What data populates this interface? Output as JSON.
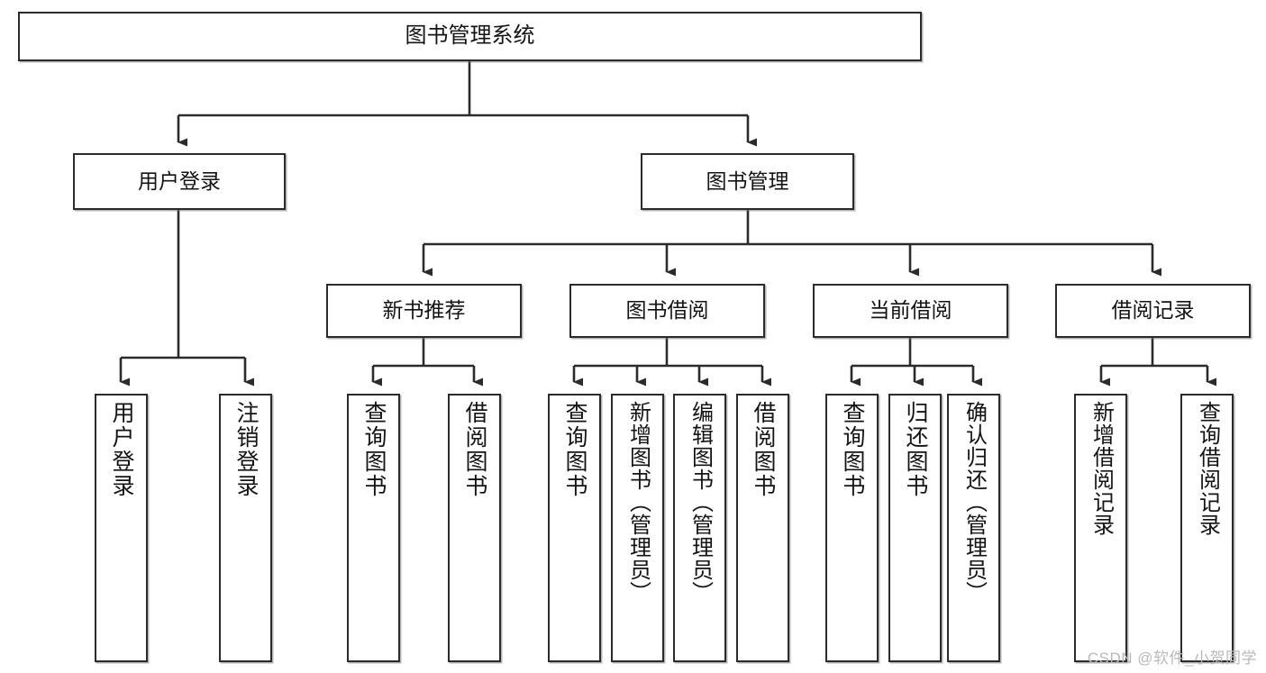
{
  "diagram": {
    "title": "图书管理系统",
    "watermark": "CSDN @软件_小贺同学",
    "colors": {
      "box_border": "#2b2b2b",
      "box_fill": "#ffffff",
      "connector": "#2b2b2b",
      "text": "#141414",
      "watermark": "#b9b9b9"
    },
    "root": {
      "label": "图书管理系统"
    },
    "level2": [
      {
        "label": "用户登录"
      },
      {
        "label": "图书管理"
      }
    ],
    "level3": [
      {
        "label": "新书推荐"
      },
      {
        "label": "图书借阅"
      },
      {
        "label": "当前借阅"
      },
      {
        "label": "借阅记录"
      }
    ],
    "leaves": {
      "user_login": [
        {
          "label": "用户登录"
        },
        {
          "label": "注销登录"
        }
      ],
      "new_book_recommend": [
        {
          "label": "查询图书"
        },
        {
          "label": "借阅图书"
        }
      ],
      "book_borrow": [
        {
          "label": "查询图书"
        },
        {
          "label": "新增图书（管理员）"
        },
        {
          "label": "编辑图书（管理员）"
        },
        {
          "label": "借阅图书"
        }
      ],
      "current_borrow": [
        {
          "label": "查询图书"
        },
        {
          "label": "归还图书"
        },
        {
          "label": "确认归还（管理员）"
        }
      ],
      "borrow_record": [
        {
          "label": "新增借阅记录"
        },
        {
          "label": "查询借阅记录"
        }
      ]
    }
  }
}
